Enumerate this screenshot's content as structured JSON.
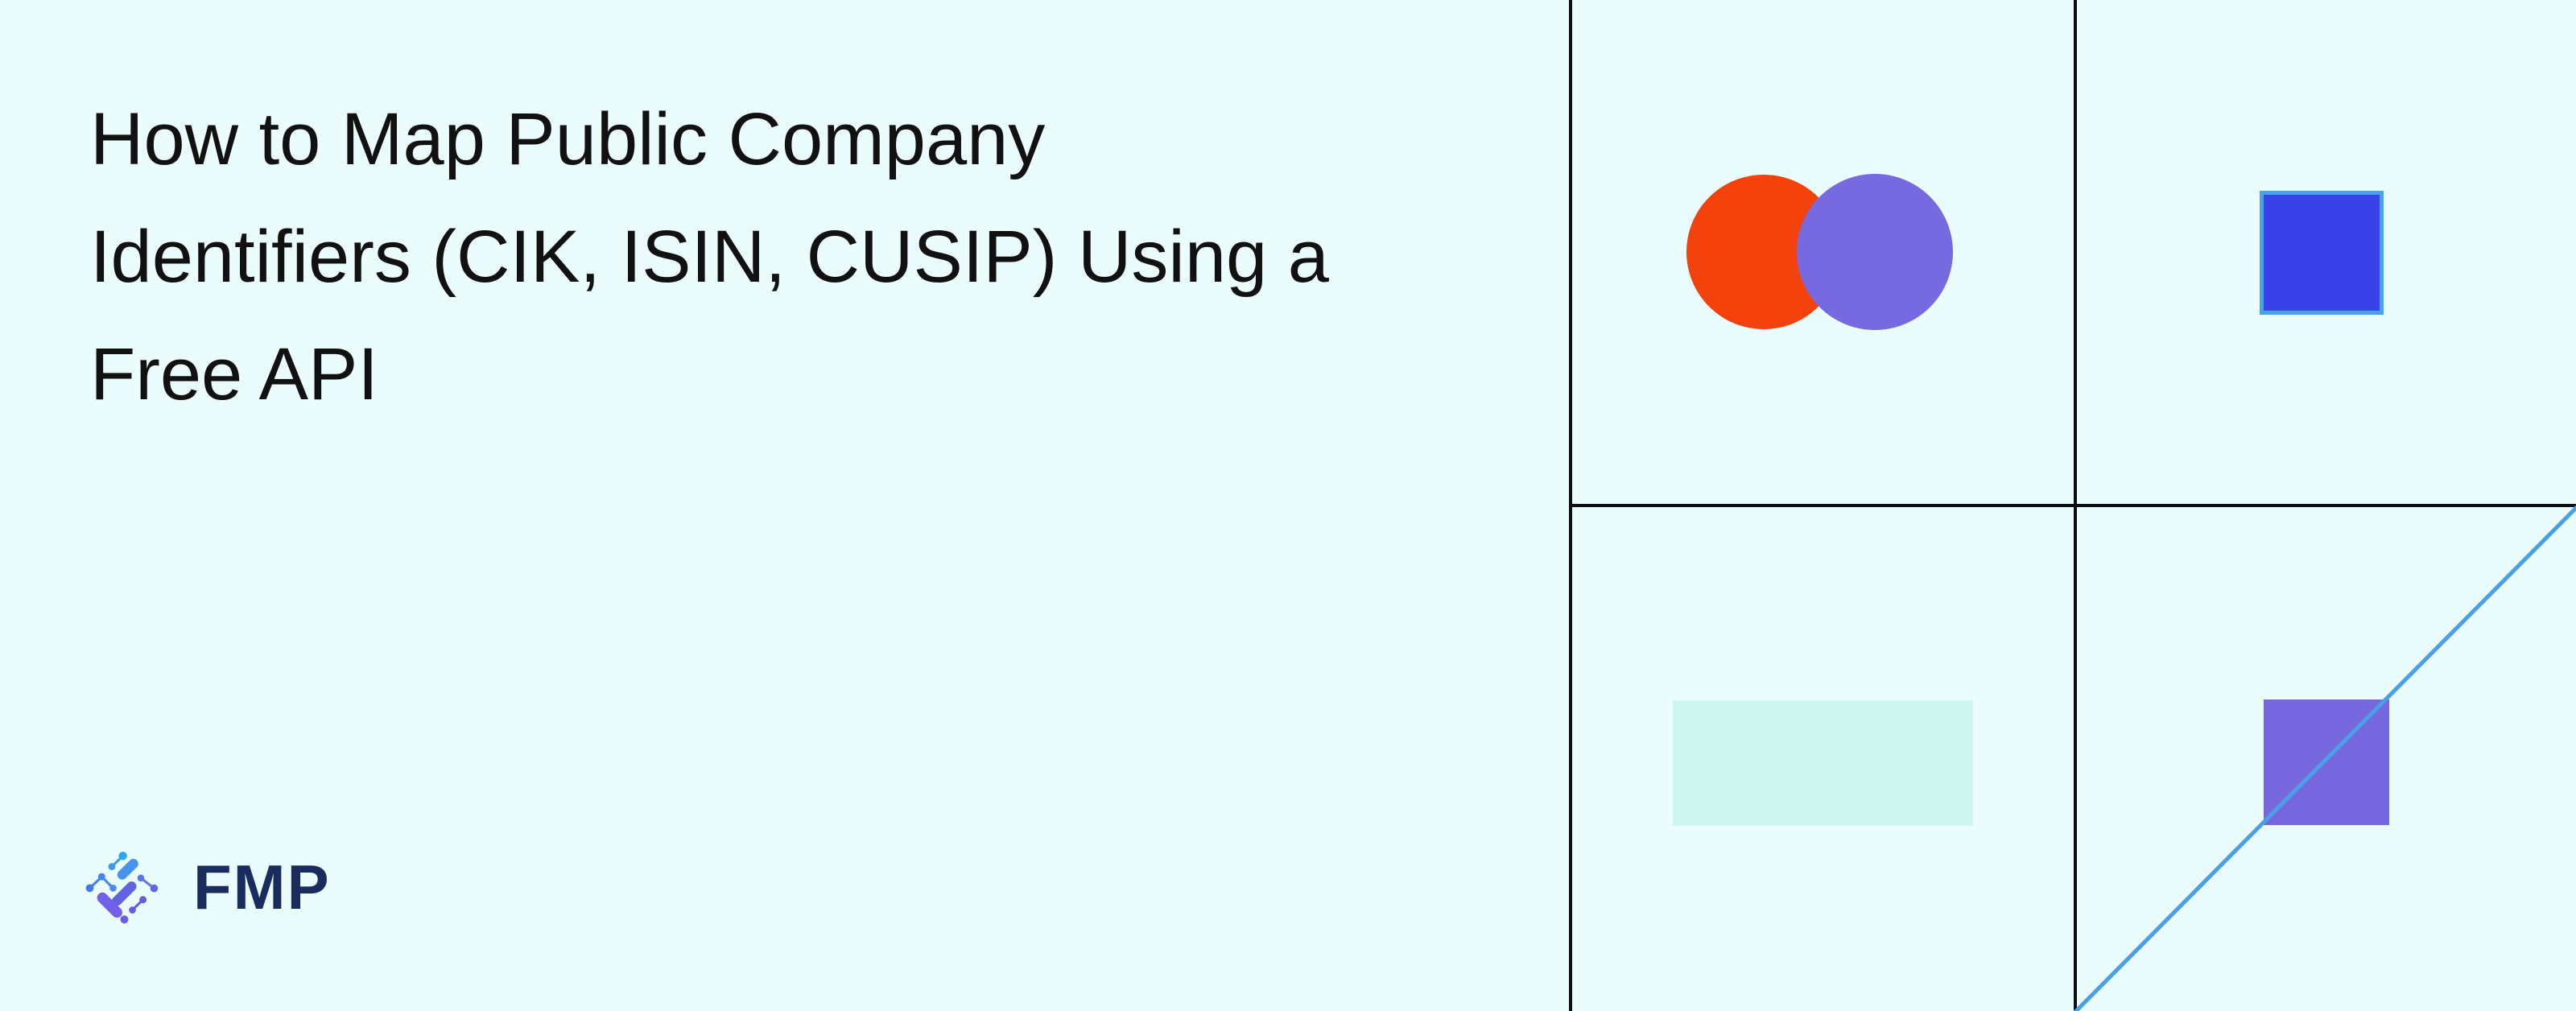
{
  "title": {
    "lines": [
      "How to Map Public Company",
      "Identifiers (CIK, ISIN, CUSIP) Using a",
      "Free API"
    ]
  },
  "logo": {
    "brand": "FMP"
  },
  "colors": {
    "background": "#EAFCFB",
    "title-text": "#111111",
    "logo-navy": "#1A2B5E",
    "grid-line": "#0E0E0E",
    "venn-orange": "#F4420C",
    "venn-violet": "#7769E0",
    "blue-square-fill": "#3941E8",
    "blue-square-border": "#47A3E8",
    "mint-rect": "#CFF6EE",
    "purple-square": "#7767DE",
    "diagonal-line": "#4AA0E6",
    "icon-blue-top": "#2EA7F2",
    "icon-purple-bottom": "#6D5BE5"
  }
}
